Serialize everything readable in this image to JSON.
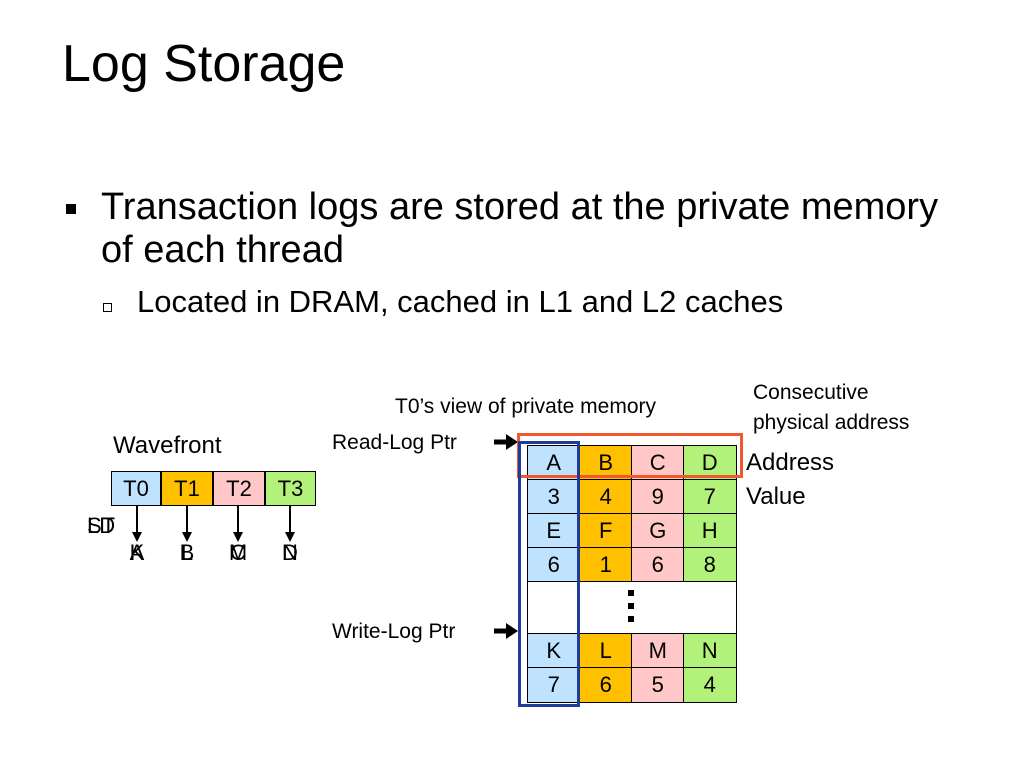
{
  "slide": {
    "title": "Log Storage",
    "bullet": "Transaction logs are stored at the private memory of each thread",
    "sub_bullet": "Located in DRAM, cached in L1 and L2 caches"
  },
  "wavefront": {
    "label": "Wavefront",
    "threads": [
      {
        "name": "T0",
        "color": "#bfe3ff"
      },
      {
        "name": "T1",
        "color": "#ffc000"
      },
      {
        "name": "T2",
        "color": "#ffc7c7"
      },
      {
        "name": "T3",
        "color": "#b3f27a"
      }
    ],
    "op_labels": [
      "LD",
      "ST"
    ],
    "lane_labels": [
      [
        "A",
        "K"
      ],
      [
        "B",
        "L"
      ],
      [
        "C",
        "M"
      ],
      [
        "D",
        "N"
      ]
    ]
  },
  "memory": {
    "view_title": "T0’s view of private memory",
    "read_ptr_label": "Read-Log Ptr",
    "write_ptr_label": "Write-Log Ptr",
    "consecutive_label_line1": "Consecutive",
    "consecutive_label_line2": "physical address",
    "address_label": "Address",
    "value_label": "Value",
    "rows": [
      [
        "A",
        "B",
        "C",
        "D"
      ],
      [
        "3",
        "4",
        "9",
        "7"
      ],
      [
        "E",
        "F",
        "G",
        "H"
      ],
      [
        "6",
        "1",
        "6",
        "8"
      ],
      [
        "",
        "",
        "",
        ""
      ],
      [
        "K",
        "L",
        "M",
        "N"
      ],
      [
        "7",
        "6",
        "5",
        "4"
      ]
    ],
    "column_colors": [
      "#bfe3ff",
      "#ffc000",
      "#ffc7c7",
      "#b3f27a"
    ],
    "highlight_colors": {
      "consecutive_box": "#ee5a2b",
      "thread_column_box": "#1f3c9a"
    }
  }
}
